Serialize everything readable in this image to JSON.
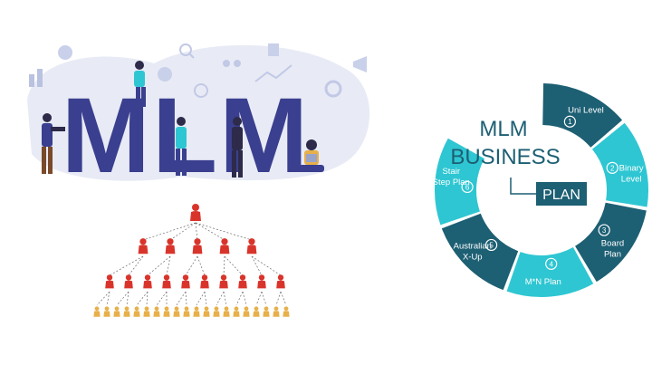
{
  "hero": {
    "word": "MLM"
  },
  "wheel": {
    "title_line1": "MLM",
    "title_line2": "BUSINESS",
    "title_line3": "PLAN",
    "segments": [
      {
        "num": "1",
        "label1": "Uni Level",
        "label2": ""
      },
      {
        "num": "2",
        "label1": "Binary",
        "label2": "Level"
      },
      {
        "num": "3",
        "label1": "Board",
        "label2": "Plan"
      },
      {
        "num": "4",
        "label1": "M*N Plan",
        "label2": ""
      },
      {
        "num": "5",
        "label1": "Australian",
        "label2": "X-Up"
      },
      {
        "num": "6",
        "label1": "Stair",
        "label2": "Step Plan"
      }
    ]
  },
  "colors": {
    "navy": "#3a3f8f",
    "teal_dark": "#1d5f73",
    "teal": "#1ca3b0",
    "teal_light": "#2ec6d2",
    "person_red": "#d9342b",
    "person_yellow": "#e8b04a",
    "blob": "#e8ebf5"
  }
}
